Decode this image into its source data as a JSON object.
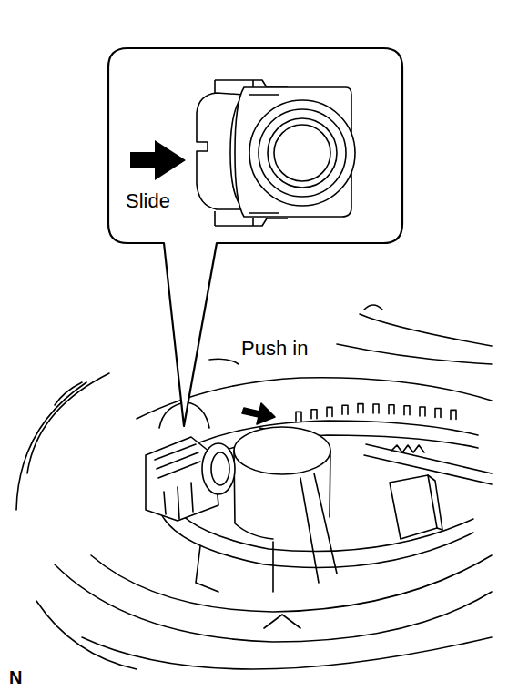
{
  "diagram": {
    "nodes": [
      {
        "text": [
          "Slide"
        ]
      }
    ],
    "labels": [
      "Push in",
      "N"
    ]
  }
}
